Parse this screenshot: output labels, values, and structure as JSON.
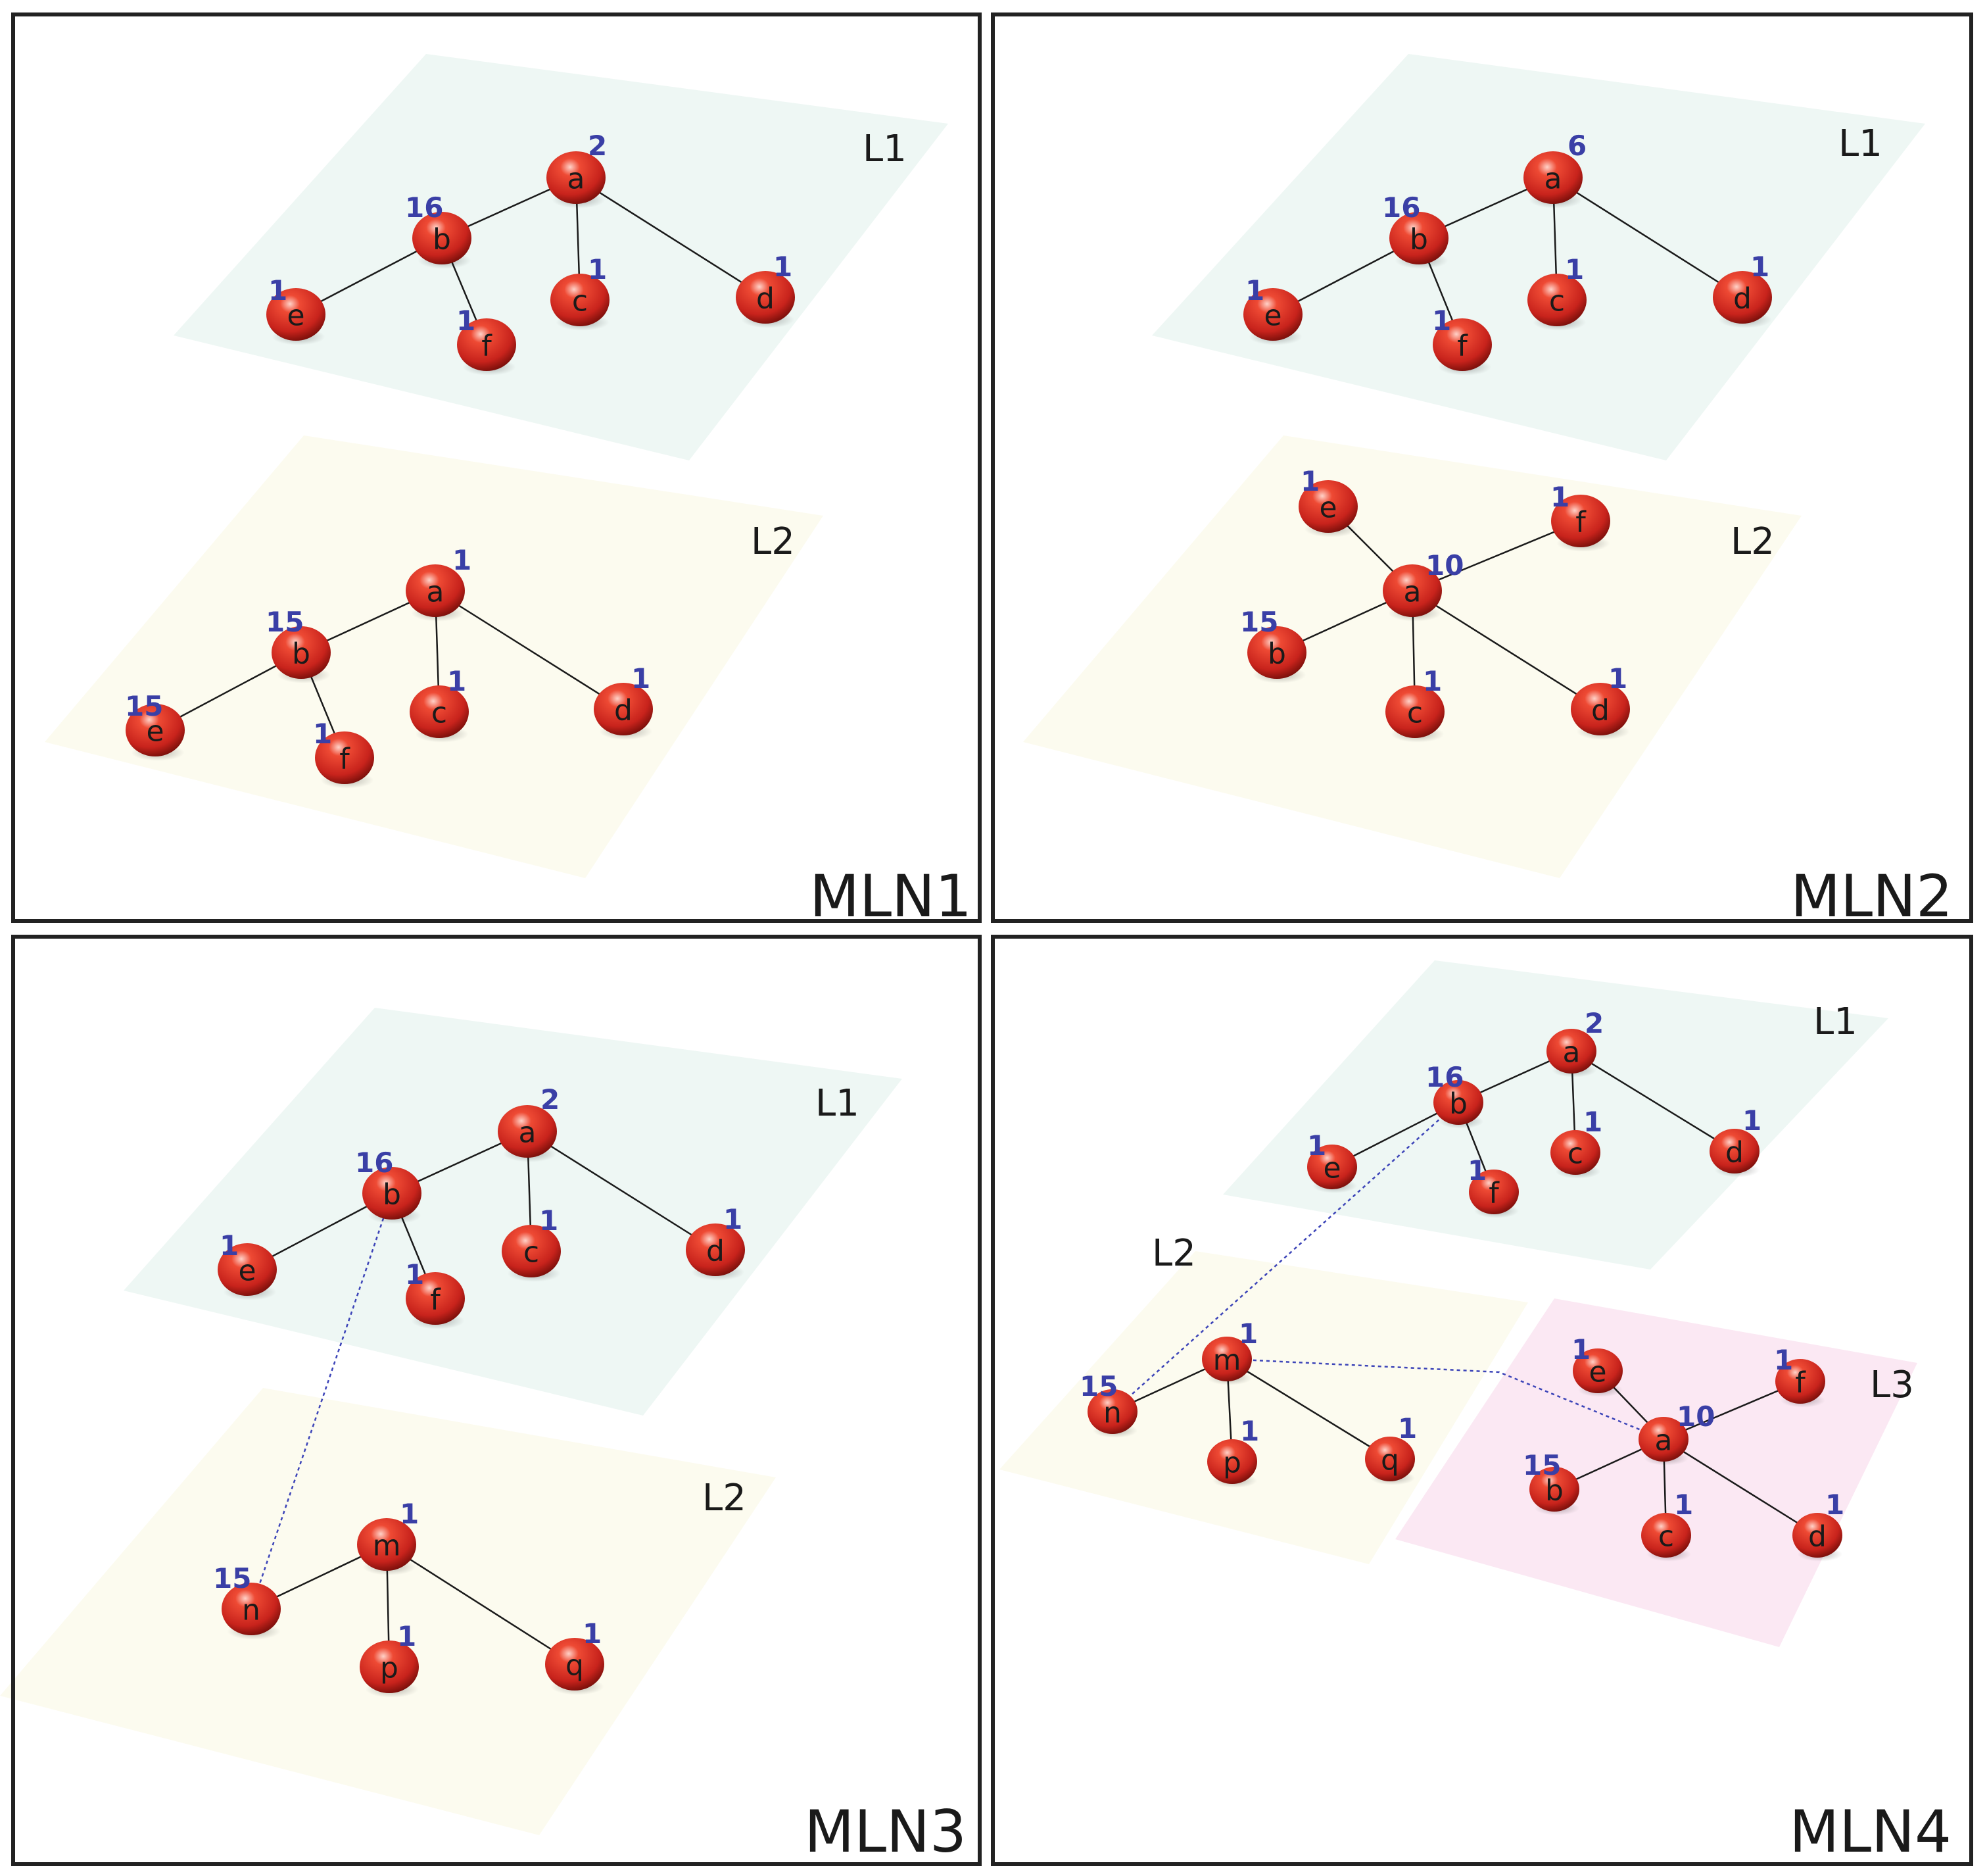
{
  "panels": [
    {
      "title": "MLN1",
      "layers": [
        {
          "name": "L1",
          "fill": "#eef7f4",
          "nodes": [
            {
              "id": "a",
              "weight": "2"
            },
            {
              "id": "b",
              "weight": "16"
            },
            {
              "id": "e",
              "weight": "1"
            },
            {
              "id": "f",
              "weight": "1"
            },
            {
              "id": "c",
              "weight": "1"
            },
            {
              "id": "d",
              "weight": "1"
            }
          ],
          "edges": [
            [
              "a",
              "b"
            ],
            [
              "a",
              "c"
            ],
            [
              "a",
              "d"
            ],
            [
              "b",
              "e"
            ],
            [
              "b",
              "f"
            ]
          ]
        },
        {
          "name": "L2",
          "fill": "#fcfbef",
          "nodes": [
            {
              "id": "a",
              "weight": "1"
            },
            {
              "id": "b",
              "weight": "15"
            },
            {
              "id": "e",
              "weight": "15"
            },
            {
              "id": "f",
              "weight": "1"
            },
            {
              "id": "c",
              "weight": "1"
            },
            {
              "id": "d",
              "weight": "1"
            }
          ],
          "edges": [
            [
              "a",
              "b"
            ],
            [
              "a",
              "c"
            ],
            [
              "a",
              "d"
            ],
            [
              "b",
              "e"
            ],
            [
              "b",
              "f"
            ]
          ]
        }
      ],
      "cross_edges": []
    },
    {
      "title": "MLN2",
      "layers": [
        {
          "name": "L1",
          "fill": "#eef7f4",
          "nodes": [
            {
              "id": "a",
              "weight": "6"
            },
            {
              "id": "b",
              "weight": "16"
            },
            {
              "id": "e",
              "weight": "1"
            },
            {
              "id": "f",
              "weight": "1"
            },
            {
              "id": "c",
              "weight": "1"
            },
            {
              "id": "d",
              "weight": "1"
            }
          ],
          "edges": [
            [
              "a",
              "b"
            ],
            [
              "a",
              "c"
            ],
            [
              "a",
              "d"
            ],
            [
              "b",
              "e"
            ],
            [
              "b",
              "f"
            ]
          ]
        },
        {
          "name": "L2",
          "fill": "#fcfbef",
          "nodes": [
            {
              "id": "e",
              "weight": "1"
            },
            {
              "id": "f",
              "weight": "1"
            },
            {
              "id": "a",
              "weight": "10"
            },
            {
              "id": "b",
              "weight": "15"
            },
            {
              "id": "c",
              "weight": "1"
            },
            {
              "id": "d",
              "weight": "1"
            }
          ],
          "edges": [
            [
              "a",
              "e"
            ],
            [
              "a",
              "f"
            ],
            [
              "a",
              "b"
            ],
            [
              "a",
              "c"
            ],
            [
              "a",
              "d"
            ]
          ]
        }
      ],
      "cross_edges": []
    },
    {
      "title": "MLN3",
      "layers": [
        {
          "name": "L1",
          "fill": "#eef7f4",
          "nodes": [
            {
              "id": "a",
              "weight": "2"
            },
            {
              "id": "b",
              "weight": "16"
            },
            {
              "id": "e",
              "weight": "1"
            },
            {
              "id": "f",
              "weight": "1"
            },
            {
              "id": "c",
              "weight": "1"
            },
            {
              "id": "d",
              "weight": "1"
            }
          ],
          "edges": [
            [
              "a",
              "b"
            ],
            [
              "a",
              "c"
            ],
            [
              "a",
              "d"
            ],
            [
              "b",
              "e"
            ],
            [
              "b",
              "f"
            ]
          ]
        },
        {
          "name": "L2",
          "fill": "#fcfbef",
          "nodes": [
            {
              "id": "m",
              "weight": "1"
            },
            {
              "id": "n",
              "weight": "15"
            },
            {
              "id": "p",
              "weight": "1"
            },
            {
              "id": "q",
              "weight": "1"
            }
          ],
          "edges": [
            [
              "m",
              "n"
            ],
            [
              "m",
              "p"
            ],
            [
              "m",
              "q"
            ]
          ]
        }
      ],
      "cross_edges": [
        {
          "from": [
            "L1",
            "b"
          ],
          "to": [
            "L2",
            "n"
          ]
        }
      ]
    },
    {
      "title": "MLN4",
      "layers": [
        {
          "name": "L1",
          "fill": "#eef7f4",
          "nodes": [
            {
              "id": "a",
              "weight": "2"
            },
            {
              "id": "b",
              "weight": "16"
            },
            {
              "id": "e",
              "weight": "1"
            },
            {
              "id": "f",
              "weight": "1"
            },
            {
              "id": "c",
              "weight": "1"
            },
            {
              "id": "d",
              "weight": "1"
            }
          ],
          "edges": [
            [
              "a",
              "b"
            ],
            [
              "a",
              "c"
            ],
            [
              "a",
              "d"
            ],
            [
              "b",
              "e"
            ],
            [
              "b",
              "f"
            ]
          ]
        },
        {
          "name": "L2",
          "fill": "#fcfbef",
          "nodes": [
            {
              "id": "m",
              "weight": "1"
            },
            {
              "id": "n",
              "weight": "15"
            },
            {
              "id": "p",
              "weight": "1"
            },
            {
              "id": "q",
              "weight": "1"
            }
          ],
          "edges": [
            [
              "m",
              "n"
            ],
            [
              "m",
              "p"
            ],
            [
              "m",
              "q"
            ]
          ]
        },
        {
          "name": "L3",
          "fill": "#fbe8f3",
          "nodes": [
            {
              "id": "e",
              "weight": "1"
            },
            {
              "id": "f",
              "weight": "1"
            },
            {
              "id": "a",
              "weight": "10"
            },
            {
              "id": "b",
              "weight": "15"
            },
            {
              "id": "c",
              "weight": "1"
            },
            {
              "id": "d",
              "weight": "1"
            }
          ],
          "edges": [
            [
              "a",
              "e"
            ],
            [
              "a",
              "f"
            ],
            [
              "a",
              "b"
            ],
            [
              "a",
              "c"
            ],
            [
              "a",
              "d"
            ]
          ]
        }
      ],
      "cross_edges": [
        {
          "from": [
            "L1",
            "b"
          ],
          "to": [
            "L2",
            "n"
          ]
        },
        {
          "from": [
            "L2",
            "m"
          ],
          "to": [
            "L3",
            "a"
          ]
        }
      ]
    }
  ],
  "colors": {
    "node": "#c8231c",
    "weight": "#3a3fa6",
    "edge": "#1a1a1a",
    "cross_edge": "#3c44b8",
    "frame": "#222222"
  }
}
